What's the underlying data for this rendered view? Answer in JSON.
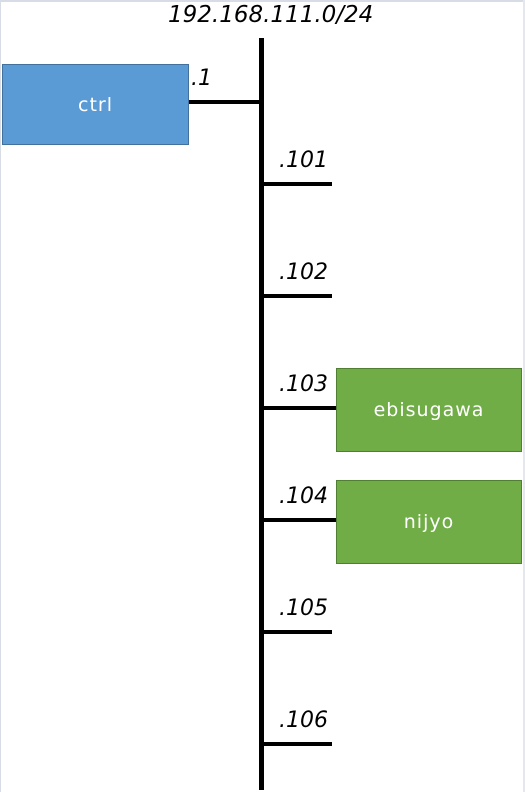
{
  "network": {
    "subnet": "192.168.111.0/24",
    "ctrl": {
      "suffix": ".1",
      "name": "ctrl",
      "color": "#5b9bd5"
    },
    "hosts": [
      {
        "suffix": ".101",
        "name": ""
      },
      {
        "suffix": ".102",
        "name": ""
      },
      {
        "suffix": ".103",
        "name": "ebisugawa",
        "color": "#70ad47"
      },
      {
        "suffix": ".104",
        "name": "nijyo",
        "color": "#70ad47"
      },
      {
        "suffix": ".105",
        "name": ""
      },
      {
        "suffix": ".106",
        "name": ""
      }
    ]
  }
}
